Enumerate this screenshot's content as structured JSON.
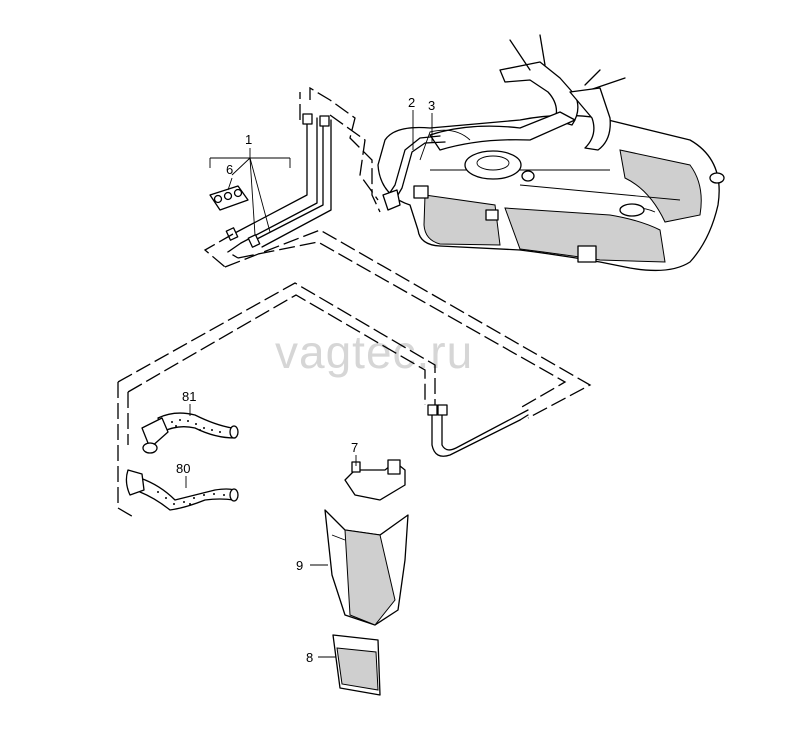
{
  "watermark": "vagtec.ru",
  "callouts": {
    "c1": "1",
    "c2": "2",
    "c3": "3",
    "c6": "6",
    "c7": "7",
    "c8": "8",
    "c9": "9",
    "c80": "80",
    "c81": "81"
  }
}
